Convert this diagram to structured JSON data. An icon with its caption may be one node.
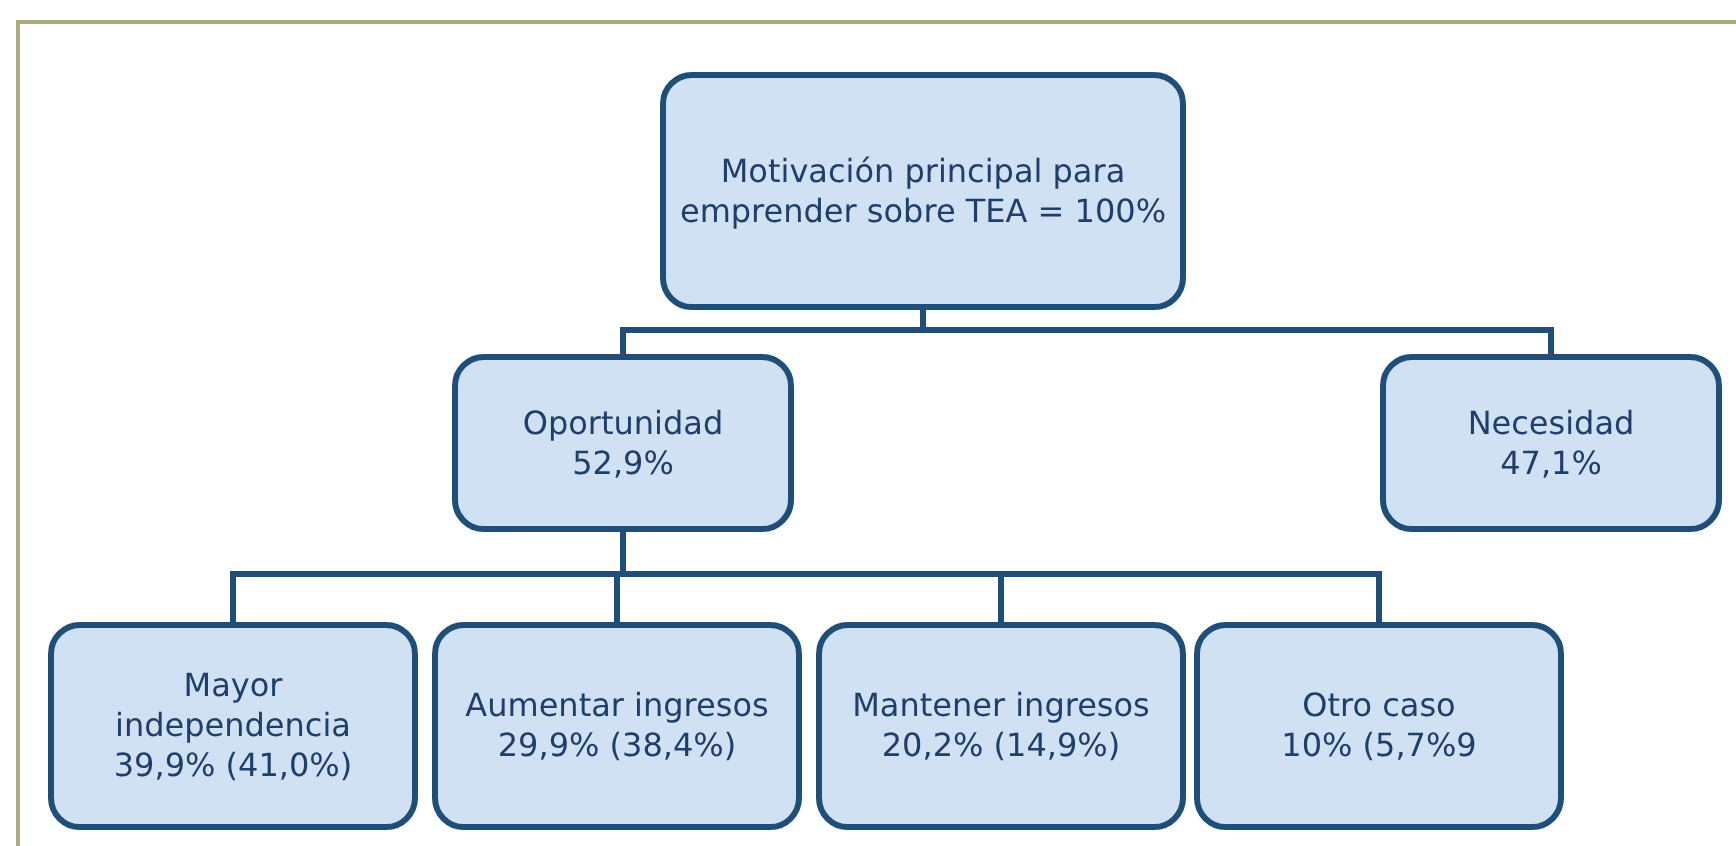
{
  "diagram": {
    "nodes": [
      {
        "text": [
          "Motivación principal para emprender sobre TEA = 100%"
        ]
      },
      {
        "text": [
          "Oportunidad",
          "52,9%"
        ]
      },
      {
        "text": [
          "Necesidad",
          "47,1%"
        ]
      },
      {
        "text": [
          "Mayor independencia",
          "39,9% (41,0%)"
        ]
      },
      {
        "text": [
          "Aumentar ingresos",
          "29,9% (38,4%)"
        ]
      },
      {
        "text": [
          "Mantener ingresos",
          "20,2% (14,9%)"
        ]
      },
      {
        "text": [
          "Otro caso",
          "10% (5,7%9"
        ]
      }
    ],
    "edges": [
      {
        "from": 0,
        "to": 1,
        "arrow": "none"
      },
      {
        "from": 0,
        "to": 2,
        "arrow": "none"
      },
      {
        "from": 1,
        "to": 3,
        "arrow": "none"
      },
      {
        "from": 1,
        "to": 4,
        "arrow": "none"
      },
      {
        "from": 1,
        "to": 5,
        "arrow": "none"
      },
      {
        "from": 1,
        "to": 6,
        "arrow": "none"
      }
    ]
  }
}
